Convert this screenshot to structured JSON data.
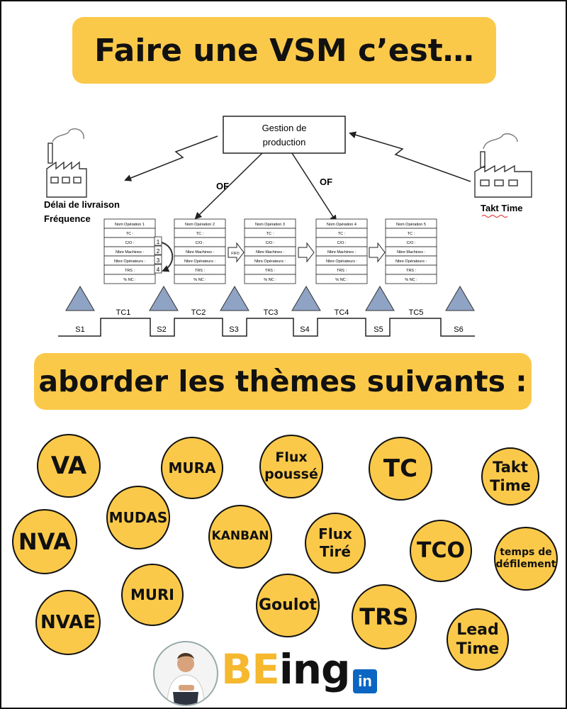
{
  "title": "Faire une VSM c’est…",
  "subtitle": "aborder les thèmes suivants :",
  "diagram": {
    "management": [
      "Gestion de",
      "production"
    ],
    "of_left": "OF",
    "of_right": "OF",
    "supplier_labels": [
      "Délai de livraison",
      "Fréquence"
    ],
    "customer_label": "Takt Time",
    "process_rows": [
      "Nom Opération",
      "TC :",
      "C/O :",
      "Nbre Machines :",
      "Nbre Opérateurs :",
      "TRS :",
      "% NC :"
    ],
    "process_names": [
      "Nom Opération 1",
      "Nom Opération 2",
      "Nom Opération 3",
      "Nom Opération 4",
      "Nom Opération 5"
    ],
    "kanban_numbers": [
      "1",
      "2",
      "3",
      "4"
    ],
    "fifo_label": "FIFO",
    "timeline_top": [
      "TC1",
      "TC2",
      "TC3",
      "TC4",
      "TC5"
    ],
    "timeline_bottom": [
      "S1",
      "S2",
      "S3",
      "S4",
      "S5",
      "S6"
    ]
  },
  "themes": [
    {
      "id": "va",
      "label": "VA"
    },
    {
      "id": "mura",
      "label": "MURA"
    },
    {
      "id": "flux-pousse",
      "label": "Flux poussé"
    },
    {
      "id": "tc",
      "label": "TC"
    },
    {
      "id": "takt-time",
      "label": "Takt Time"
    },
    {
      "id": "mudas",
      "label": "MUDAS"
    },
    {
      "id": "nva",
      "label": "NVA"
    },
    {
      "id": "kanban",
      "label": "KANBAN"
    },
    {
      "id": "flux-tire",
      "label": "Flux Tiré"
    },
    {
      "id": "tco",
      "label": "TCO"
    },
    {
      "id": "temps-defilement",
      "label": "temps de défilement"
    },
    {
      "id": "muri",
      "label": "MURI"
    },
    {
      "id": "goulot",
      "label": "Goulot"
    },
    {
      "id": "trs",
      "label": "TRS"
    },
    {
      "id": "nvae",
      "label": "NVAE"
    },
    {
      "id": "lead-time",
      "label": "Lead Time"
    }
  ],
  "brand": {
    "be": "BE",
    "ing": "ing",
    "linkedin": "in"
  },
  "colors": {
    "accent": "#fbc94a",
    "triangle": "#8fa3c4",
    "brand_yellow": "#f5b82e",
    "linkedin_blue": "#0a66c2"
  }
}
